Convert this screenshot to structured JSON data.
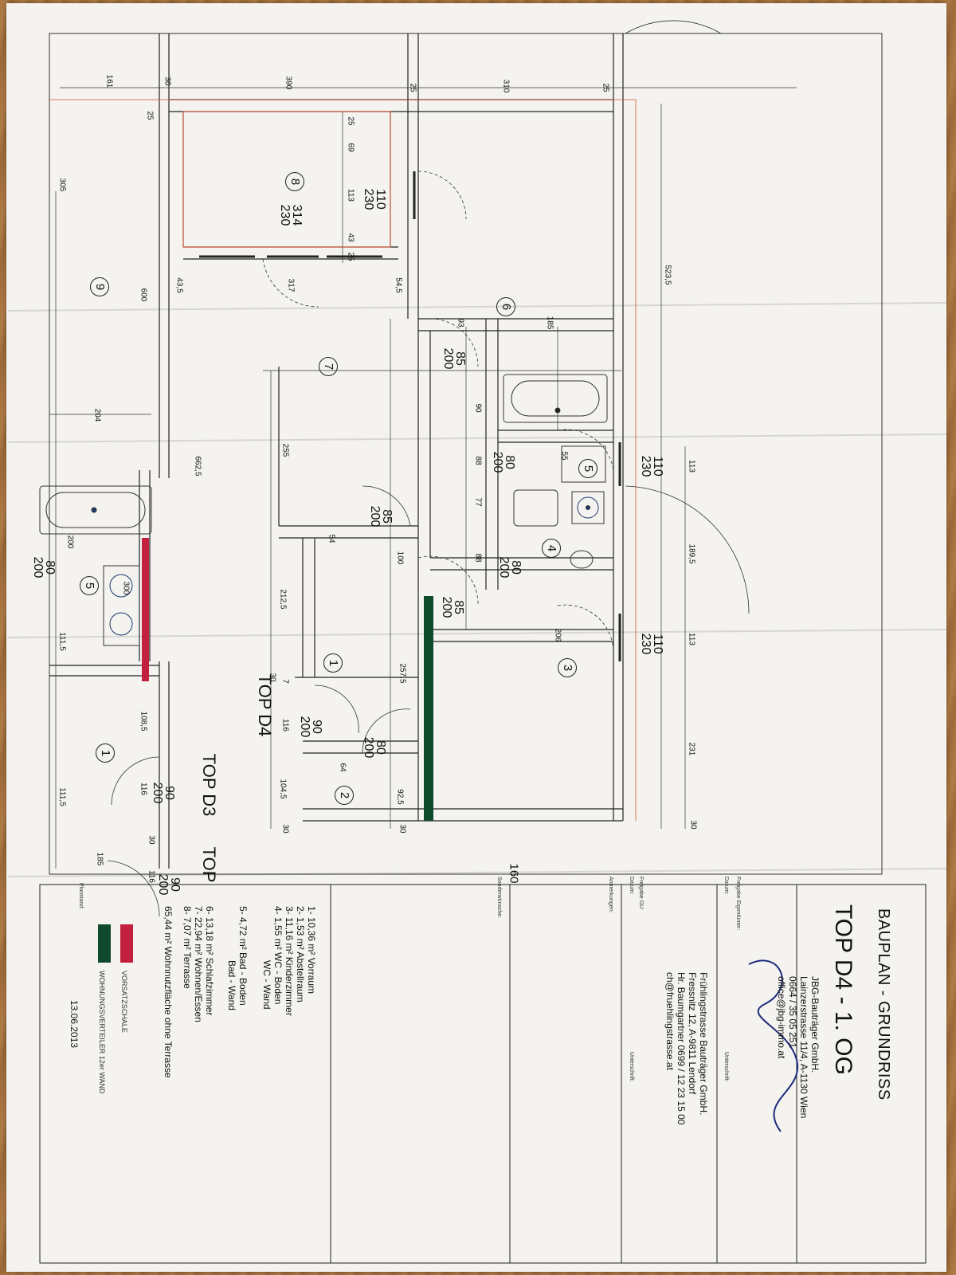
{
  "title_block": {
    "title": "BAUPLAN - GRUNDRISS",
    "subtitle": "TOP D4 - 1. OG",
    "field_freigabe_eigentuemer": "Freigabe Eigentümer:",
    "field_datum_1": "Datum:",
    "field_unterschrift_1": "Unterschrift:",
    "builder": {
      "name": "JBG-Bauträger GmbH.",
      "address": "Lainzerstrasse 11/4, A-1130 Wien",
      "phone": "0664 / 35 05 251",
      "email": "office@jbg-immo.at"
    },
    "developer": {
      "name": "Frühlingstrasse Bauträger GmbH.",
      "address": "Fressnitz 12, A-9811 Lendorf",
      "contact": "Hr. Baumgartner 0699 / 12 23 15 00",
      "email": "ch@fruehlingstrasse.at"
    },
    "field_freigabe_gu": "Freigabe GU:",
    "field_datum_2": "Datum:",
    "field_unterschrift_2": "Unterschrift:",
    "field_anmerkungen": "Anmerkungen:",
    "field_sonderwuensche": "Sonderwünsche:",
    "field_planstand": "Planstand:",
    "plan_date": "13.06.2013"
  },
  "areas": [
    "1- 10,36 m² Vorraum",
    "2- 1,53 m² Abstellraum",
    "3- 11,16 m² Kinderzimmer",
    "4- 1,55 m² WC - Boden",
    "WC - Wand",
    "5- 4,72 m² Bad - Boden",
    "Bad - Wand",
    "6- 13,18 m² Schlafzimmer",
    "7- 22,94 m² Wohnen/Essen",
    "8- 7,07 m² Terrasse",
    "65,44 m² Wohnnutzfläche ohne Terrasse"
  ],
  "legend": {
    "red": {
      "label": "VORSATZSCHALE",
      "color": "#c3203e"
    },
    "green": {
      "label": "WOHNUNGSVERTEILER 12er WAND",
      "color": "#0f4a2c"
    }
  },
  "unit_labels": {
    "d4_a": "TOP D4",
    "d3": "TOP D3",
    "top": "TOP"
  },
  "rooms": [
    "1",
    "2",
    "3",
    "4",
    "5",
    "6",
    "7",
    "8",
    "9",
    "5",
    "1"
  ],
  "dims": [
    "161",
    "30",
    "390",
    "25",
    "310",
    "25",
    "25",
    "25",
    "69",
    "113",
    "43",
    "25",
    "305",
    "317",
    "43,5",
    "54,5",
    "523,5",
    "600",
    "185",
    "93",
    "204",
    "662,5",
    "255",
    "54",
    "212,5",
    "257,5",
    "100",
    "88",
    "77",
    "88",
    "90",
    "55",
    "206",
    "113",
    "189,5",
    "113",
    "231",
    "30",
    "30",
    "104,5",
    "92,5",
    "64",
    "116",
    "108,5",
    "111,5",
    "116",
    "185",
    "111,5",
    "116",
    "30",
    "7",
    "200",
    "30",
    "160",
    "30",
    "300"
  ],
  "door_sizes": [
    "110\n230",
    "314\n230",
    "85\n200",
    "80\n200",
    "85\n200",
    "110\n230",
    "80\n200",
    "85\n200",
    "110\n230",
    "90\n200",
    "80\n200",
    "80\n200",
    "90\n200",
    "90\n200"
  ]
}
